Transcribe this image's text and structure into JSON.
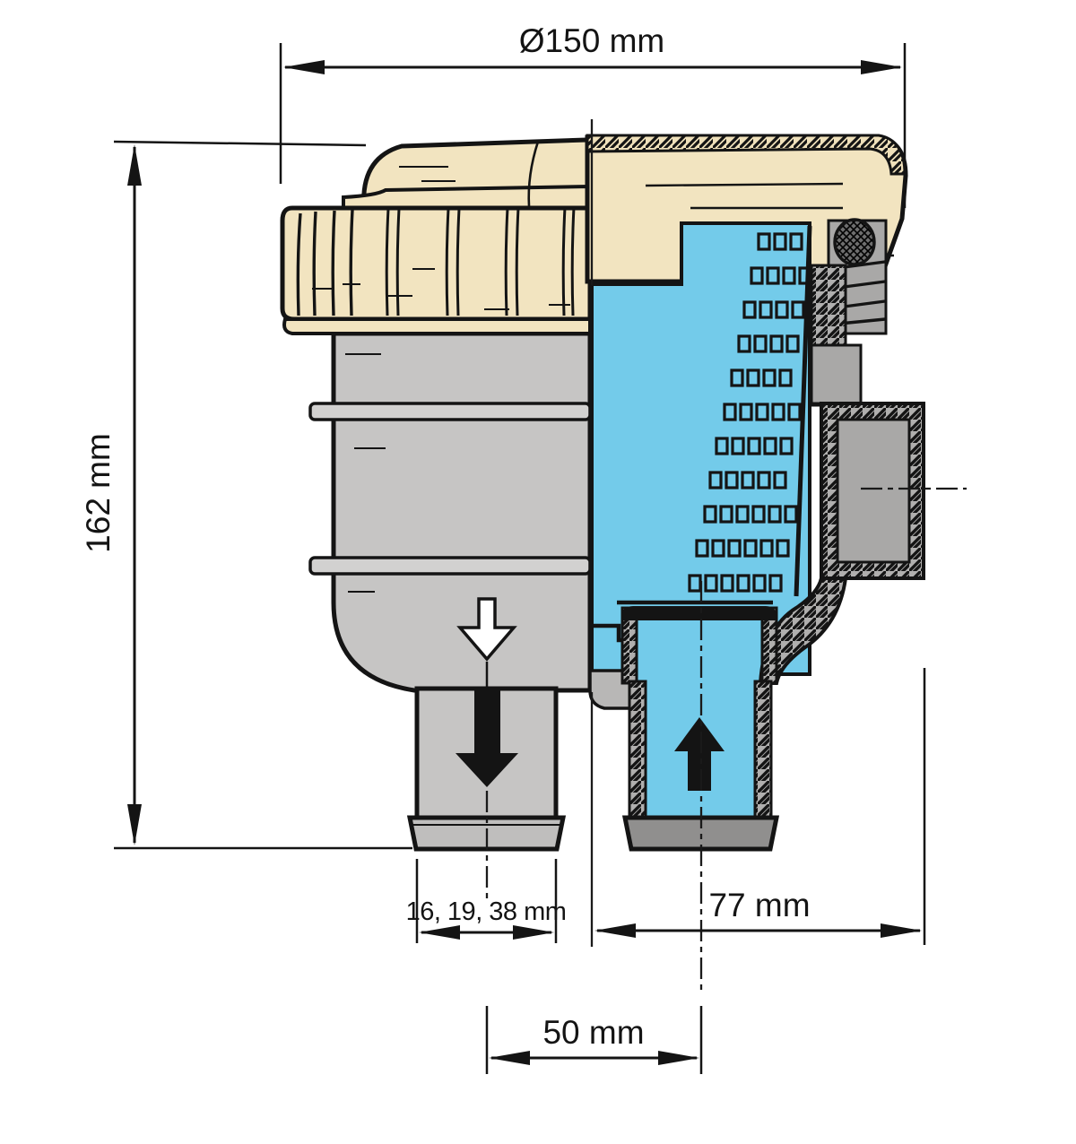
{
  "diagram": {
    "type": "technical-dimension-drawing",
    "subject": "cooling water strainer cross-section",
    "dimensions": {
      "diameter": {
        "label": "Ø150 mm"
      },
      "height": {
        "label": "162 mm"
      },
      "hose_connection": {
        "label": "16, 19, 38 mm"
      },
      "inlet_offset": {
        "label": "77 mm"
      },
      "port_spacing": {
        "label": "50 mm"
      }
    },
    "flow": {
      "outlet_direction": "down",
      "inlet_direction": "up"
    },
    "colors": {
      "lid_cream": "#F2E4C0",
      "water_blue": "#73CBEA",
      "body_gray": "#C6C5C4",
      "band_gray": "#D2D1D0",
      "wall_gray": "#B0AFAE",
      "port_gray": "#BFBEBD",
      "tail_gray": "#908F8E",
      "stub_gray": "#A9A8A7",
      "floor_gray": "#B8B7B6",
      "outline": "#141414",
      "background": "#FFFFFF"
    }
  }
}
